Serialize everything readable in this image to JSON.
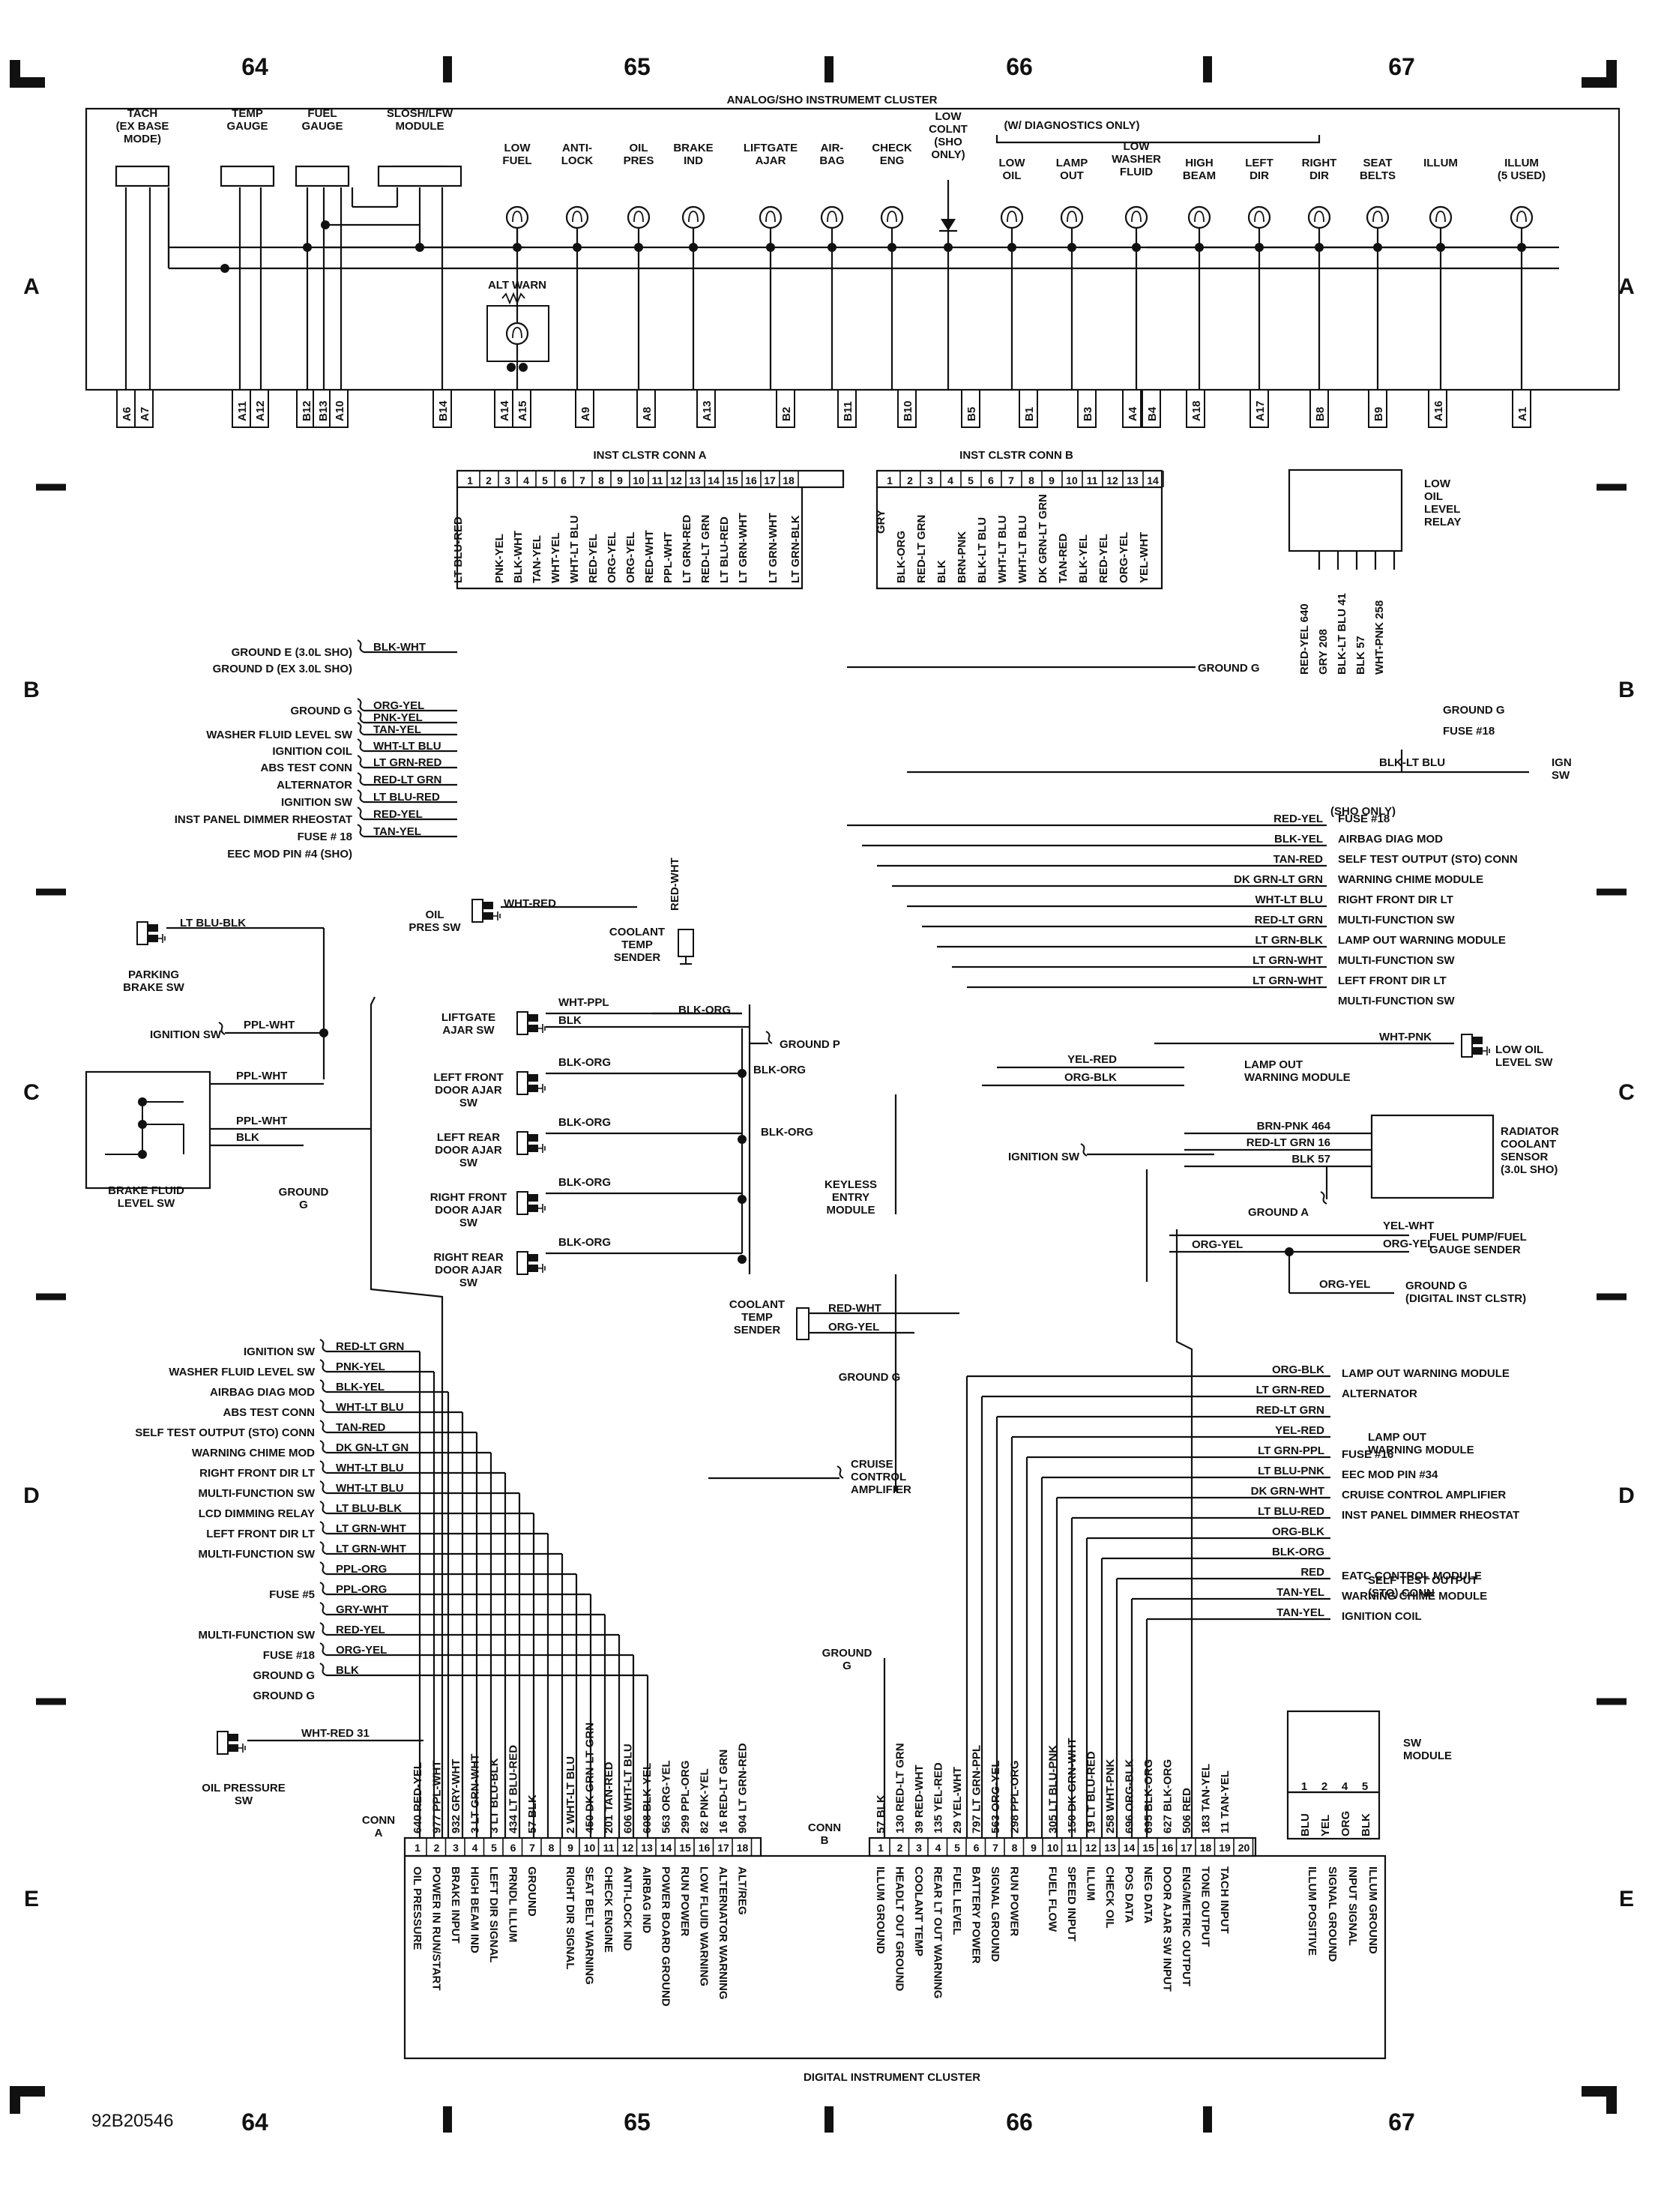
{
  "page": {
    "columns_top": [
      "64",
      "65",
      "66",
      "67"
    ],
    "columns_bottom": [
      "64",
      "65",
      "66",
      "67"
    ],
    "rows": [
      "A",
      "B",
      "C",
      "D",
      "E"
    ],
    "figure_code": "92B20546"
  },
  "cluster_a": {
    "title": "ANALOG/SHO INSTRUMEMT CLUSTER",
    "diag_note": "(W/ DIAGNOSTICS ONLY)",
    "gauges": [
      {
        "label": [
          "TACH",
          "(EX BASE",
          "MODE)"
        ]
      },
      {
        "label": [
          "TEMP",
          "GAUGE"
        ]
      },
      {
        "label": [
          "FUEL",
          "GAUGE"
        ]
      },
      {
        "label": [
          "SLOSH/LFW",
          "MODULE"
        ]
      }
    ],
    "lamps": [
      {
        "label": [
          "LOW",
          "FUEL"
        ]
      },
      {
        "label": [
          "ANTI-",
          "LOCK"
        ]
      },
      {
        "label": [
          "OIL",
          "PRES"
        ]
      },
      {
        "label": [
          "BRAKE",
          "IND"
        ]
      },
      {
        "label": [
          "LIFTGATE",
          "AJAR"
        ]
      },
      {
        "label": [
          "AIR-",
          "BAG"
        ]
      },
      {
        "label": [
          "CHECK",
          "ENG"
        ]
      },
      {
        "label": [
          "LOW",
          "COLNT",
          "(SHO",
          "ONLY)"
        ]
      },
      {
        "label": [
          "LOW",
          "OIL"
        ]
      },
      {
        "label": [
          "LAMP",
          "OUT"
        ]
      },
      {
        "label": [
          "LOW",
          "WASHER",
          "FLUID"
        ]
      },
      {
        "label": [
          "HIGH",
          "BEAM"
        ]
      },
      {
        "label": [
          "LEFT",
          "DIR"
        ]
      },
      {
        "label": [
          "RIGHT",
          "DIR"
        ]
      },
      {
        "label": [
          "SEAT",
          "BELTS"
        ]
      },
      {
        "label": [
          "ILLUM"
        ]
      },
      {
        "label": [
          "ILLUM",
          "(5 USED)"
        ]
      }
    ],
    "alt_warn": "ALT WARN",
    "pins": [
      "A6",
      "A7",
      "A11",
      "A12",
      "B12",
      "B13",
      "A10",
      "B14",
      "A14",
      "A15",
      "A9",
      "A8",
      "A13",
      "B2",
      "B11",
      "B10",
      "B5",
      "B1",
      "B3",
      "A4",
      "B4",
      "A18",
      "A17",
      "B8",
      "B9",
      "A16",
      "A1"
    ]
  },
  "conn_a": {
    "title": "INST CLSTR CONN A",
    "pins": [
      "1",
      "2",
      "3",
      "4",
      "5",
      "6",
      "7",
      "8",
      "9",
      "10",
      "11",
      "12",
      "13",
      "14",
      "15",
      "16",
      "17",
      "18"
    ],
    "wires": [
      "LT BLU-RED",
      "PNK-YEL",
      "BLK-WHT",
      "TAN-YEL",
      "WHT-YEL",
      "WHT-LT BLU",
      "RED-YEL",
      "ORG-YEL",
      "ORG-YEL",
      "RED-WHT",
      "PPL-WHT",
      "LT GRN-RED",
      "RED-LT GRN",
      "LT BLU-RED",
      "LT GRN-WHT",
      "LT GRN-WHT",
      "LT GRN-BLK"
    ]
  },
  "conn_b": {
    "title": "INST CLSTR CONN B",
    "pins": [
      "1",
      "2",
      "3",
      "4",
      "5",
      "6",
      "7",
      "8",
      "9",
      "10",
      "11",
      "12",
      "13",
      "14"
    ],
    "wires": [
      "GRY",
      "BLK-ORG",
      "RED-LT GRN",
      "BLK",
      "BRN-PNK",
      "BLK-LT BLU",
      "WHT-LT BLU",
      "WHT-LT BLU",
      "DK GRN-LT GRN",
      "TAN-RED",
      "BLK-YEL",
      "RED-YEL",
      "ORG-YEL",
      "YEL-WHT"
    ]
  },
  "relay": {
    "label": [
      "LOW",
      "OIL",
      "LEVEL",
      "RELAY"
    ],
    "wires": [
      "RED-YEL 640",
      "GRY 208",
      "BLK-LT BLU 41",
      "BLK 57",
      "WHT-PNK 258"
    ]
  },
  "left_b": [
    {
      "dest": "GROUND E (3.0L SHO)",
      "wire": "BLK-WHT"
    },
    {
      "dest": "GROUND D (EX 3.0L SHO)",
      "wire": ""
    },
    {
      "dest": "GROUND G",
      "wire": "ORG-YEL"
    },
    {
      "dest": "",
      "wire": "PNK-YEL"
    },
    {
      "dest": "WASHER FLUID LEVEL SW",
      "wire": "TAN-YEL"
    },
    {
      "dest": "IGNITION COIL",
      "wire": "WHT-LT BLU"
    },
    {
      "dest": "ABS TEST CONN",
      "wire": "LT GRN-RED"
    },
    {
      "dest": "ALTERNATOR",
      "wire": "RED-LT GRN"
    },
    {
      "dest": "IGNITION SW",
      "wire": "LT BLU-RED"
    },
    {
      "dest": "INST PANEL DIMMER RHEOSTAT",
      "wire": "RED-YEL"
    },
    {
      "dest": "FUSE # 18",
      "wire": "TAN-YEL"
    },
    {
      "dest": "EEC MOD PIN #4 (SHO)",
      "wire": ""
    }
  ],
  "right_b": {
    "ground_g_mid": "GROUND G",
    "ground_g": "GROUND G",
    "fuse18": "FUSE #18",
    "ign_sw": [
      "IGN",
      "SW"
    ],
    "ign_wire": "BLK-LT BLU",
    "sho_only": "(SHO ONLY)"
  },
  "right_c": [
    {
      "wire": "RED-YEL",
      "dest": "FUSE #18"
    },
    {
      "wire": "BLK-YEL",
      "dest": "AIRBAG DIAG MOD"
    },
    {
      "wire": "TAN-RED",
      "dest": "SELF TEST OUTPUT (STO) CONN"
    },
    {
      "wire": "DK GRN-LT GRN",
      "dest": "WARNING CHIME MODULE"
    },
    {
      "wire": "WHT-LT BLU",
      "dest": "RIGHT FRONT DIR LT"
    },
    {
      "wire": "RED-LT GRN",
      "dest": "MULTI-FUNCTION SW"
    },
    {
      "wire": "LT GRN-BLK",
      "dest": "LAMP OUT WARNING MODULE"
    },
    {
      "wire": "LT GRN-WHT",
      "dest": "MULTI-FUNCTION SW"
    },
    {
      "wire": "LT GRN-WHT",
      "dest": "LEFT FRONT DIR LT"
    },
    {
      "wire": "",
      "dest": "MULTI-FUNCTION SW"
    }
  ],
  "mid_c": {
    "oil_pres_sw": [
      "OIL",
      "PRES SW"
    ],
    "oil_pres_wire": "WHT-RED",
    "coolant_sender": [
      "COOLANT",
      "TEMP",
      "SENDER"
    ],
    "coolant_wire": "RED-WHT",
    "parking_brake": [
      "PARKING",
      "BRAKE SW"
    ],
    "parking_wire": "LT BLU-BLK",
    "ign_sw": "IGNITION SW",
    "ign_wire": "PPL-WHT",
    "brake_fluid": [
      "BRAKE FLUID",
      "LEVEL SW"
    ],
    "brake_wires": [
      "PPL-WHT",
      "PPL-WHT",
      "BLK"
    ],
    "ground_g": [
      "GROUND",
      "G"
    ],
    "switches": [
      {
        "label": [
          "LIFTGATE",
          "AJAR SW"
        ],
        "wires": [
          "WHT-PPL",
          "BLK"
        ]
      },
      {
        "label": [
          "LEFT FRONT",
          "DOOR AJAR",
          "SW"
        ],
        "wires": [
          "BLK-ORG"
        ]
      },
      {
        "label": [
          "LEFT REAR",
          "DOOR AJAR",
          "SW"
        ],
        "wires": [
          "BLK-ORG"
        ]
      },
      {
        "label": [
          "RIGHT FRONT",
          "DOOR AJAR",
          "SW"
        ],
        "wires": [
          "BLK-ORG"
        ]
      },
      {
        "label": [
          "RIGHT REAR",
          "DOOR AJAR",
          "SW"
        ],
        "wires": [
          "BLK-ORG"
        ]
      }
    ],
    "blk_org_1": "BLK-ORG",
    "blk_org_2": "BLK-ORG",
    "blk_org_3": "BLK-ORG",
    "ground_p": "GROUND P",
    "keyless": [
      "KEYLESS",
      "ENTRY",
      "MODULE"
    ]
  },
  "right_c2": {
    "yel_red": "YEL-RED",
    "org_blk": "ORG-BLK",
    "lamp_out": [
      "LAMP OUT",
      "WARNING MODULE"
    ],
    "low_oil_wire": "WHT-PNK",
    "low_oil_sw": [
      "LOW OIL",
      "LEVEL SW"
    ],
    "rad_wires": [
      "BRN-PNK 464",
      "RED-LT GRN 16",
      "BLK 57"
    ],
    "rad_sensor": [
      "RADIATOR",
      "COOLANT",
      "SENSOR",
      "(3.0L SHO)"
    ],
    "ign_sw": "IGNITION SW",
    "ground_a": "GROUND A",
    "fuel_wires": [
      "YEL-WHT",
      "ORG-YEL",
      "ORG-YEL"
    ],
    "fuel_pump": [
      "FUEL PUMP/FUEL",
      "GAUGE SENDER"
    ],
    "ground_g_wire": "ORG-YEL",
    "ground_g": [
      "GROUND G",
      "(DIGITAL INST CLSTR)"
    ]
  },
  "coolant2": {
    "label": [
      "COOLANT",
      "TEMP",
      "SENDER"
    ],
    "wires": [
      "RED-WHT",
      "ORG-YEL"
    ],
    "ground": "GROUND G"
  },
  "left_d": [
    {
      "dest": "IGNITION SW",
      "wire": "RED-LT GRN"
    },
    {
      "dest": "WASHER FLUID LEVEL SW",
      "wire": "PNK-YEL"
    },
    {
      "dest": "AIRBAG DIAG MOD",
      "wire": "BLK-YEL"
    },
    {
      "dest": "ABS TEST CONN",
      "wire": "WHT-LT BLU"
    },
    {
      "dest": "SELF TEST OUTPUT (STO) CONN",
      "wire": "TAN-RED"
    },
    {
      "dest": "WARNING CHIME MOD",
      "wire": "DK GN-LT GN"
    },
    {
      "dest": "RIGHT FRONT DIR LT",
      "wire": "WHT-LT BLU"
    },
    {
      "dest": "MULTI-FUNCTION SW",
      "wire": "WHT-LT BLU"
    },
    {
      "dest": "LCD DIMMING RELAY",
      "wire": "LT BLU-BLK"
    },
    {
      "dest": "LEFT FRONT DIR LT",
      "wire": "LT GRN-WHT"
    },
    {
      "dest": "MULTI-FUNCTION SW",
      "wire": "LT GRN-WHT"
    },
    {
      "dest": "",
      "wire": "PPL-ORG"
    },
    {
      "dest": "FUSE #5",
      "wire": "PPL-ORG"
    },
    {
      "dest": "",
      "wire": "GRY-WHT"
    },
    {
      "dest": "MULTI-FUNCTION SW",
      "wire": "RED-YEL"
    },
    {
      "dest": "FUSE #18",
      "wire": "ORG-YEL"
    },
    {
      "dest": "GROUND G",
      "wire": "BLK"
    },
    {
      "dest": "GROUND G",
      "wire": ""
    }
  ],
  "right_d": [
    {
      "wire": "ORG-BLK",
      "dest": "LAMP OUT WARNING MODULE"
    },
    {
      "wire": "LT GRN-RED",
      "dest": "ALTERNATOR"
    },
    {
      "wire": "RED-LT GRN",
      "dest": ""
    },
    {
      "wire": "YEL-RED",
      "dest": ""
    },
    {
      "wire": "LT GRN-PPL",
      "dest": "FUSE #16"
    },
    {
      "wire": "LT BLU-PNK",
      "dest": "EEC MOD PIN #34"
    },
    {
      "wire": "DK GRN-WHT",
      "dest": "CRUISE CONTROL AMPLIFIER"
    },
    {
      "wire": "LT BLU-RED",
      "dest": "INST PANEL DIMMER RHEOSTAT"
    },
    {
      "wire": "ORG-BLK",
      "dest": ""
    },
    {
      "wire": "BLK-ORG",
      "dest": ""
    },
    {
      "wire": "RED",
      "dest": "EATC CONTROL MODULE"
    },
    {
      "wire": "TAN-YEL",
      "dest": "WARNING CHIME MODULE"
    },
    {
      "wire": "TAN-YEL",
      "dest": "IGNITION COIL"
    }
  ],
  "right_d_brace": {
    "lamp_out": [
      "LAMP OUT",
      "WARNING MODULE"
    ],
    "sto": [
      "SELF TEST OUTPUT",
      "(STO) CONN"
    ]
  },
  "cruise": [
    "CRUISE",
    "CONTROL",
    "AMPLIFIER"
  ],
  "ground_g_e": [
    "GROUND",
    "G"
  ],
  "oil_pressure_sw": {
    "label": [
      "OIL PRESSURE",
      "SW"
    ],
    "wire": "WHT-RED 31"
  },
  "sw_module": {
    "label": [
      "SW",
      "MODULE"
    ],
    "pins": [
      "1",
      "2",
      "4",
      "5"
    ],
    "wires": [
      "BLU",
      "YEL",
      "ORG",
      "BLK"
    ],
    "functions": [
      "ILLUM POSITIVE",
      "SIGNAL GROUND",
      "INPUT SIGNAL",
      "ILLUM GROUND"
    ]
  },
  "digital": {
    "title": "DIGITAL INSTRUMENT CLUSTER",
    "conn_a_label": [
      "CONN",
      "A"
    ],
    "conn_b_label": [
      "CONN",
      "B"
    ],
    "conn_a_pins": [
      "1",
      "2",
      "3",
      "4",
      "5",
      "6",
      "7",
      "8",
      "9",
      "10",
      "11",
      "12",
      "13",
      "14",
      "15",
      "16",
      "17",
      "18"
    ],
    "conn_a_wires": [
      "640 RED-YEL",
      "977 PPL-WHT",
      "932 GRY-WHT",
      "3 LT GRN-WHT",
      "3 LT BLU-BLK",
      "434 LT BLU-RED",
      "57 BLK",
      "",
      "2 WHT-LT BLU",
      "450 DK GRN-LT GRN",
      "201 TAN-RED",
      "606 WHT-LT BLU",
      "608 BLK-YEL",
      "563 ORG-YEL",
      "299 PPL-ORG",
      "82 PNK-YEL",
      "16 RED-LT GRN",
      "904 LT GRN-RED"
    ],
    "conn_a_funcs": [
      "OIL PRESSURE",
      "POWER IN RUN/START",
      "BRAKE INPUT",
      "HIGH BEAM IND",
      "LEFT DIR SIGNAL",
      "PRNDL ILLUM",
      "GROUND",
      "",
      "RIGHT DIR SIGNAL",
      "SEAT BELT WARNING",
      "CHECK ENGINE",
      "ANTI-LOCK IND",
      "AIRBAG IND",
      "POWER BOARD GROUND",
      "RUN POWER",
      "LOW FLUID WARNING",
      "ALTERNATOR WARNING",
      "ALT/REG"
    ],
    "conn_b_pins": [
      "1",
      "2",
      "3",
      "4",
      "5",
      "6",
      "7",
      "8",
      "9",
      "10",
      "11",
      "12",
      "13",
      "14",
      "15",
      "16",
      "17",
      "18",
      "19",
      "20"
    ],
    "conn_b_wires": [
      "57 BLK",
      "130 RED-LT GRN",
      "39 RED-WHT",
      "135 YEL-RED",
      "29 YEL-WHT",
      "797 LT GRN-PPL",
      "563 ORG-YEL",
      "298 PPL-ORG",
      "",
      "305 LT BLU-PNK",
      "150 DK GRN-WHT",
      "19 LT BLU-RED",
      "258 WHT-PNK",
      "696 ORG-BLK",
      "695 BLK-ORG",
      "627 BLK-ORG",
      "506 RED",
      "183 TAN-YEL",
      "11 TAN-YEL",
      ""
    ],
    "conn_b_funcs": [
      "ILLUM GROUND",
      "HEADLT OUT GROUND",
      "COOLANT TEMP",
      "REAR LT OUT WARNING",
      "FUEL LEVEL",
      "BATTERY POWER",
      "SIGNAL GROUND",
      "RUN POWER",
      "",
      "FUEL FLOW",
      "SPEED INPUT",
      "ILLUM",
      "CHECK OIL",
      "POS DATA",
      "NEG DATA",
      "DOOR AJAR SW INPUT",
      "ENG/METRIC OUTPUT",
      "TONE OUTPUT",
      "TACH INPUT",
      ""
    ]
  },
  "colors": {
    "ink": "#111111",
    "paper": "#ffffff"
  }
}
